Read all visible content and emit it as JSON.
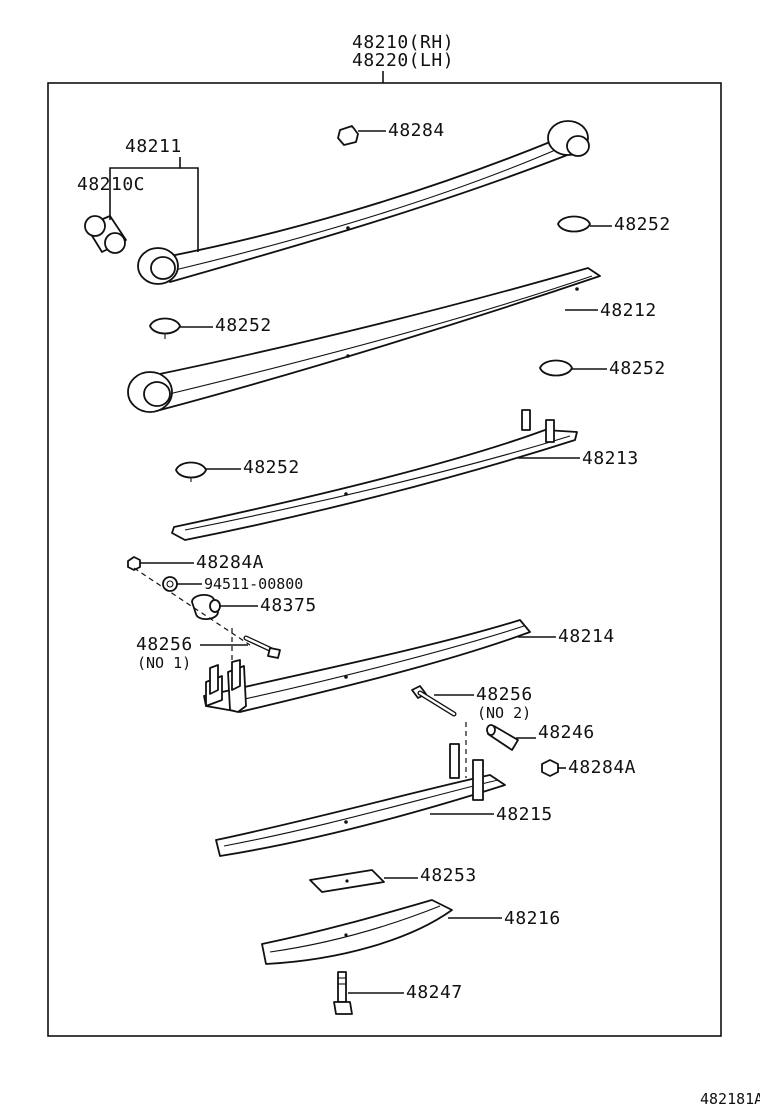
{
  "header": {
    "part_rh": "48210(RH)",
    "part_lh": "48220(LH)"
  },
  "labels": {
    "p48211": "48211",
    "p48210c": "48210C",
    "p48284": "48284",
    "p48252_a": "48252",
    "p48212": "48212",
    "p48252_b": "48252",
    "p48252_c": "48252",
    "p48213": "48213",
    "p48252_d": "48252",
    "p48284a_top": "48284A",
    "p94511": "94511-00800",
    "p48375": "48375",
    "p48256_1": "48256",
    "no1": "(NO 1)",
    "p48214": "48214",
    "p48256_2": "48256",
    "no2": "(NO 2)",
    "p48246": "48246",
    "p48284a_bot": "48284A",
    "p48215": "48215",
    "p48253": "48253",
    "p48216": "48216",
    "p48247": "48247"
  },
  "figure_code": "482181A"
}
